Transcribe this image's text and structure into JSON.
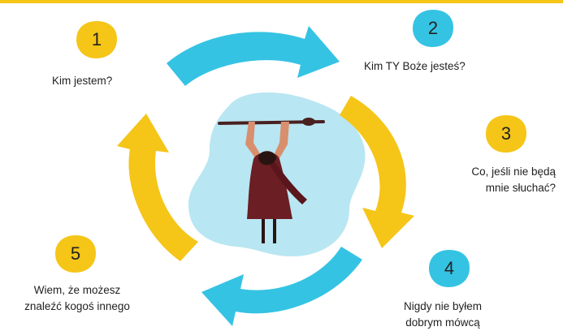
{
  "colors": {
    "yellow": "#f5c518",
    "blue": "#35c3e3",
    "blob": "#b8e6f2",
    "cloak": "#6b1e24",
    "staff": "#4a2020"
  },
  "steps": [
    {
      "number": "1",
      "label_lines": [
        "Kim jestem?"
      ],
      "badge_color": "yellow"
    },
    {
      "number": "2",
      "label_lines": [
        "Kim TY Boże jesteś?"
      ],
      "badge_color": "blue"
    },
    {
      "number": "3",
      "label_lines": [
        "Co, jeśli nie będą",
        "mnie słuchać?"
      ],
      "badge_color": "yellow"
    },
    {
      "number": "4",
      "label_lines": [
        "Nigdy nie byłem",
        "dobrym mówcą"
      ],
      "badge_color": "blue"
    },
    {
      "number": "5",
      "label_lines": [
        "Wiem, że możesz",
        "znaleźć kogoś innego"
      ],
      "badge_color": "yellow"
    }
  ],
  "illustration": "figure-holding-staff"
}
